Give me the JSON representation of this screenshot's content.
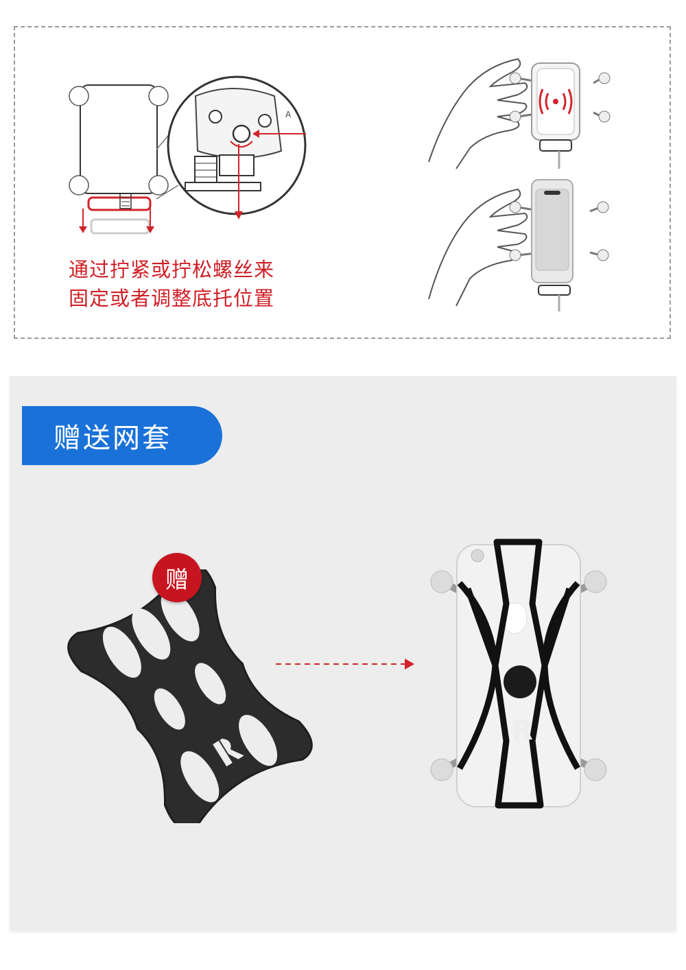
{
  "install_instruction": {
    "line1": "通过拧紧或拧松螺丝来",
    "line2": "固定或者调整底托位置",
    "detail_label": "A"
  },
  "gift_section": {
    "title": "赠送网套",
    "badge": "赠"
  },
  "colors": {
    "instruction_red": "#cf1f26",
    "pill_blue": "#1a72d9",
    "badge_red": "#c71520",
    "panel_gray": "#ededee"
  }
}
